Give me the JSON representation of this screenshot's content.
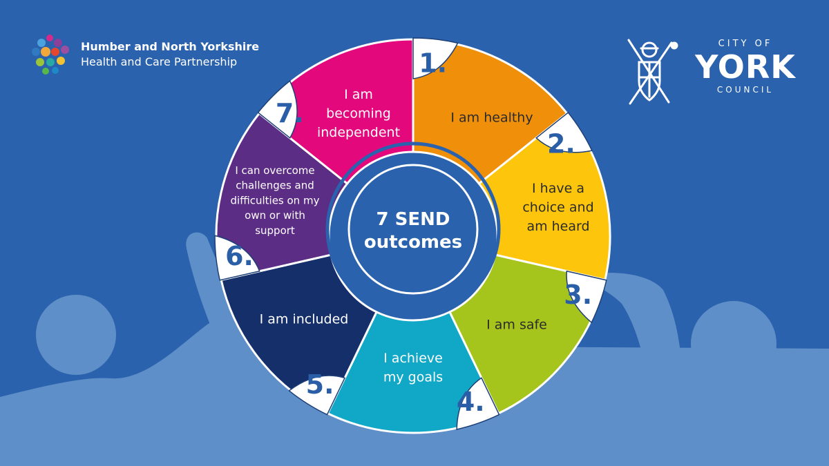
{
  "partner": {
    "line1": "Humber and North Yorkshire",
    "line2": "Health and Care Partnership"
  },
  "council": {
    "city_of": "CITY OF",
    "name": "YORK",
    "council": "COUNCIL"
  },
  "center": {
    "line1": "7 SEND",
    "line2": "outcomes"
  },
  "outcomes": [
    {
      "number": "1.",
      "lines": [
        "I am healthy"
      ],
      "color": "#f0900a",
      "text_color": "#2b2b2b"
    },
    {
      "number": "2.",
      "lines": [
        "I have a",
        "choice and",
        "am heard"
      ],
      "color": "#fdc60c",
      "text_color": "#2b2b2b"
    },
    {
      "number": "3.",
      "lines": [
        "I am safe"
      ],
      "color": "#a6c51c",
      "text_color": "#2b2b2b"
    },
    {
      "number": "4.",
      "lines": [
        "I achieve",
        "my goals"
      ],
      "color": "#10a8c6",
      "text_color": "#ffffff"
    },
    {
      "number": "5.",
      "lines": [
        "I am included"
      ],
      "color": "#152f6a",
      "text_color": "#ffffff"
    },
    {
      "number": "6.",
      "lines": [
        "I can overcome",
        "challenges and",
        "difficulties on my",
        "own or with",
        "support"
      ],
      "color": "#5c2d85",
      "text_color": "#ffffff"
    },
    {
      "number": "7.",
      "lines": [
        "I am",
        "becoming",
        "independent"
      ],
      "color": "#e3097d",
      "text_color": "#ffffff"
    }
  ],
  "colors": {
    "background": "#2a62ad",
    "figures": "#5f8fc8",
    "number_text": "#2a5fa8",
    "center_fill": "#2a62ad"
  }
}
